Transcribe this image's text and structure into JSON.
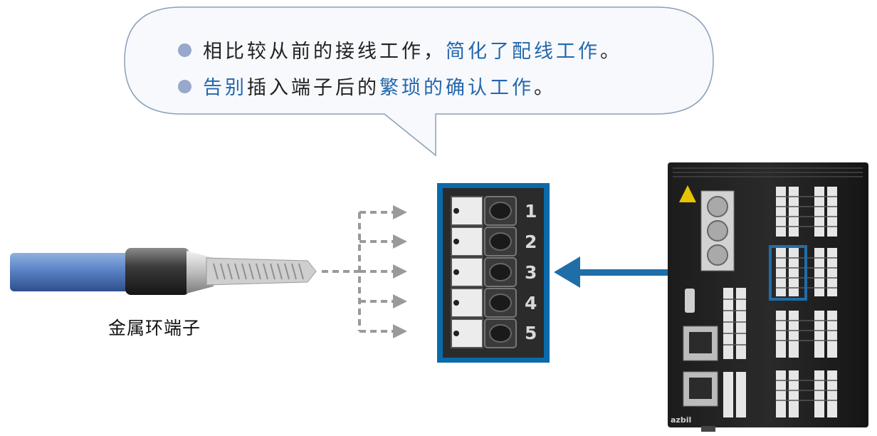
{
  "bubble": {
    "line1": [
      {
        "text": "相比较从前的接线工作，",
        "highlight": false
      },
      {
        "text": "简化了配线工作",
        "highlight": true
      },
      {
        "text": "。",
        "highlight": false
      }
    ],
    "line2": [
      {
        "text": "告别",
        "highlight": true
      },
      {
        "text": "插入端子后的",
        "highlight": false
      },
      {
        "text": "繁琐的确认工作",
        "highlight": true
      },
      {
        "text": "。",
        "highlight": false
      }
    ]
  },
  "terminal_caption": "金属环端子",
  "terminal_numbers": [
    "1",
    "2",
    "3",
    "4",
    "5"
  ],
  "device_brand": "azbil",
  "colors": {
    "highlight_text": "#2467ad",
    "bullet": "#98a8cc",
    "frame_blue": "#0a6aaa",
    "arrow_blue": "#1f6ea8",
    "dashed_gray": "#9a9a9a"
  }
}
